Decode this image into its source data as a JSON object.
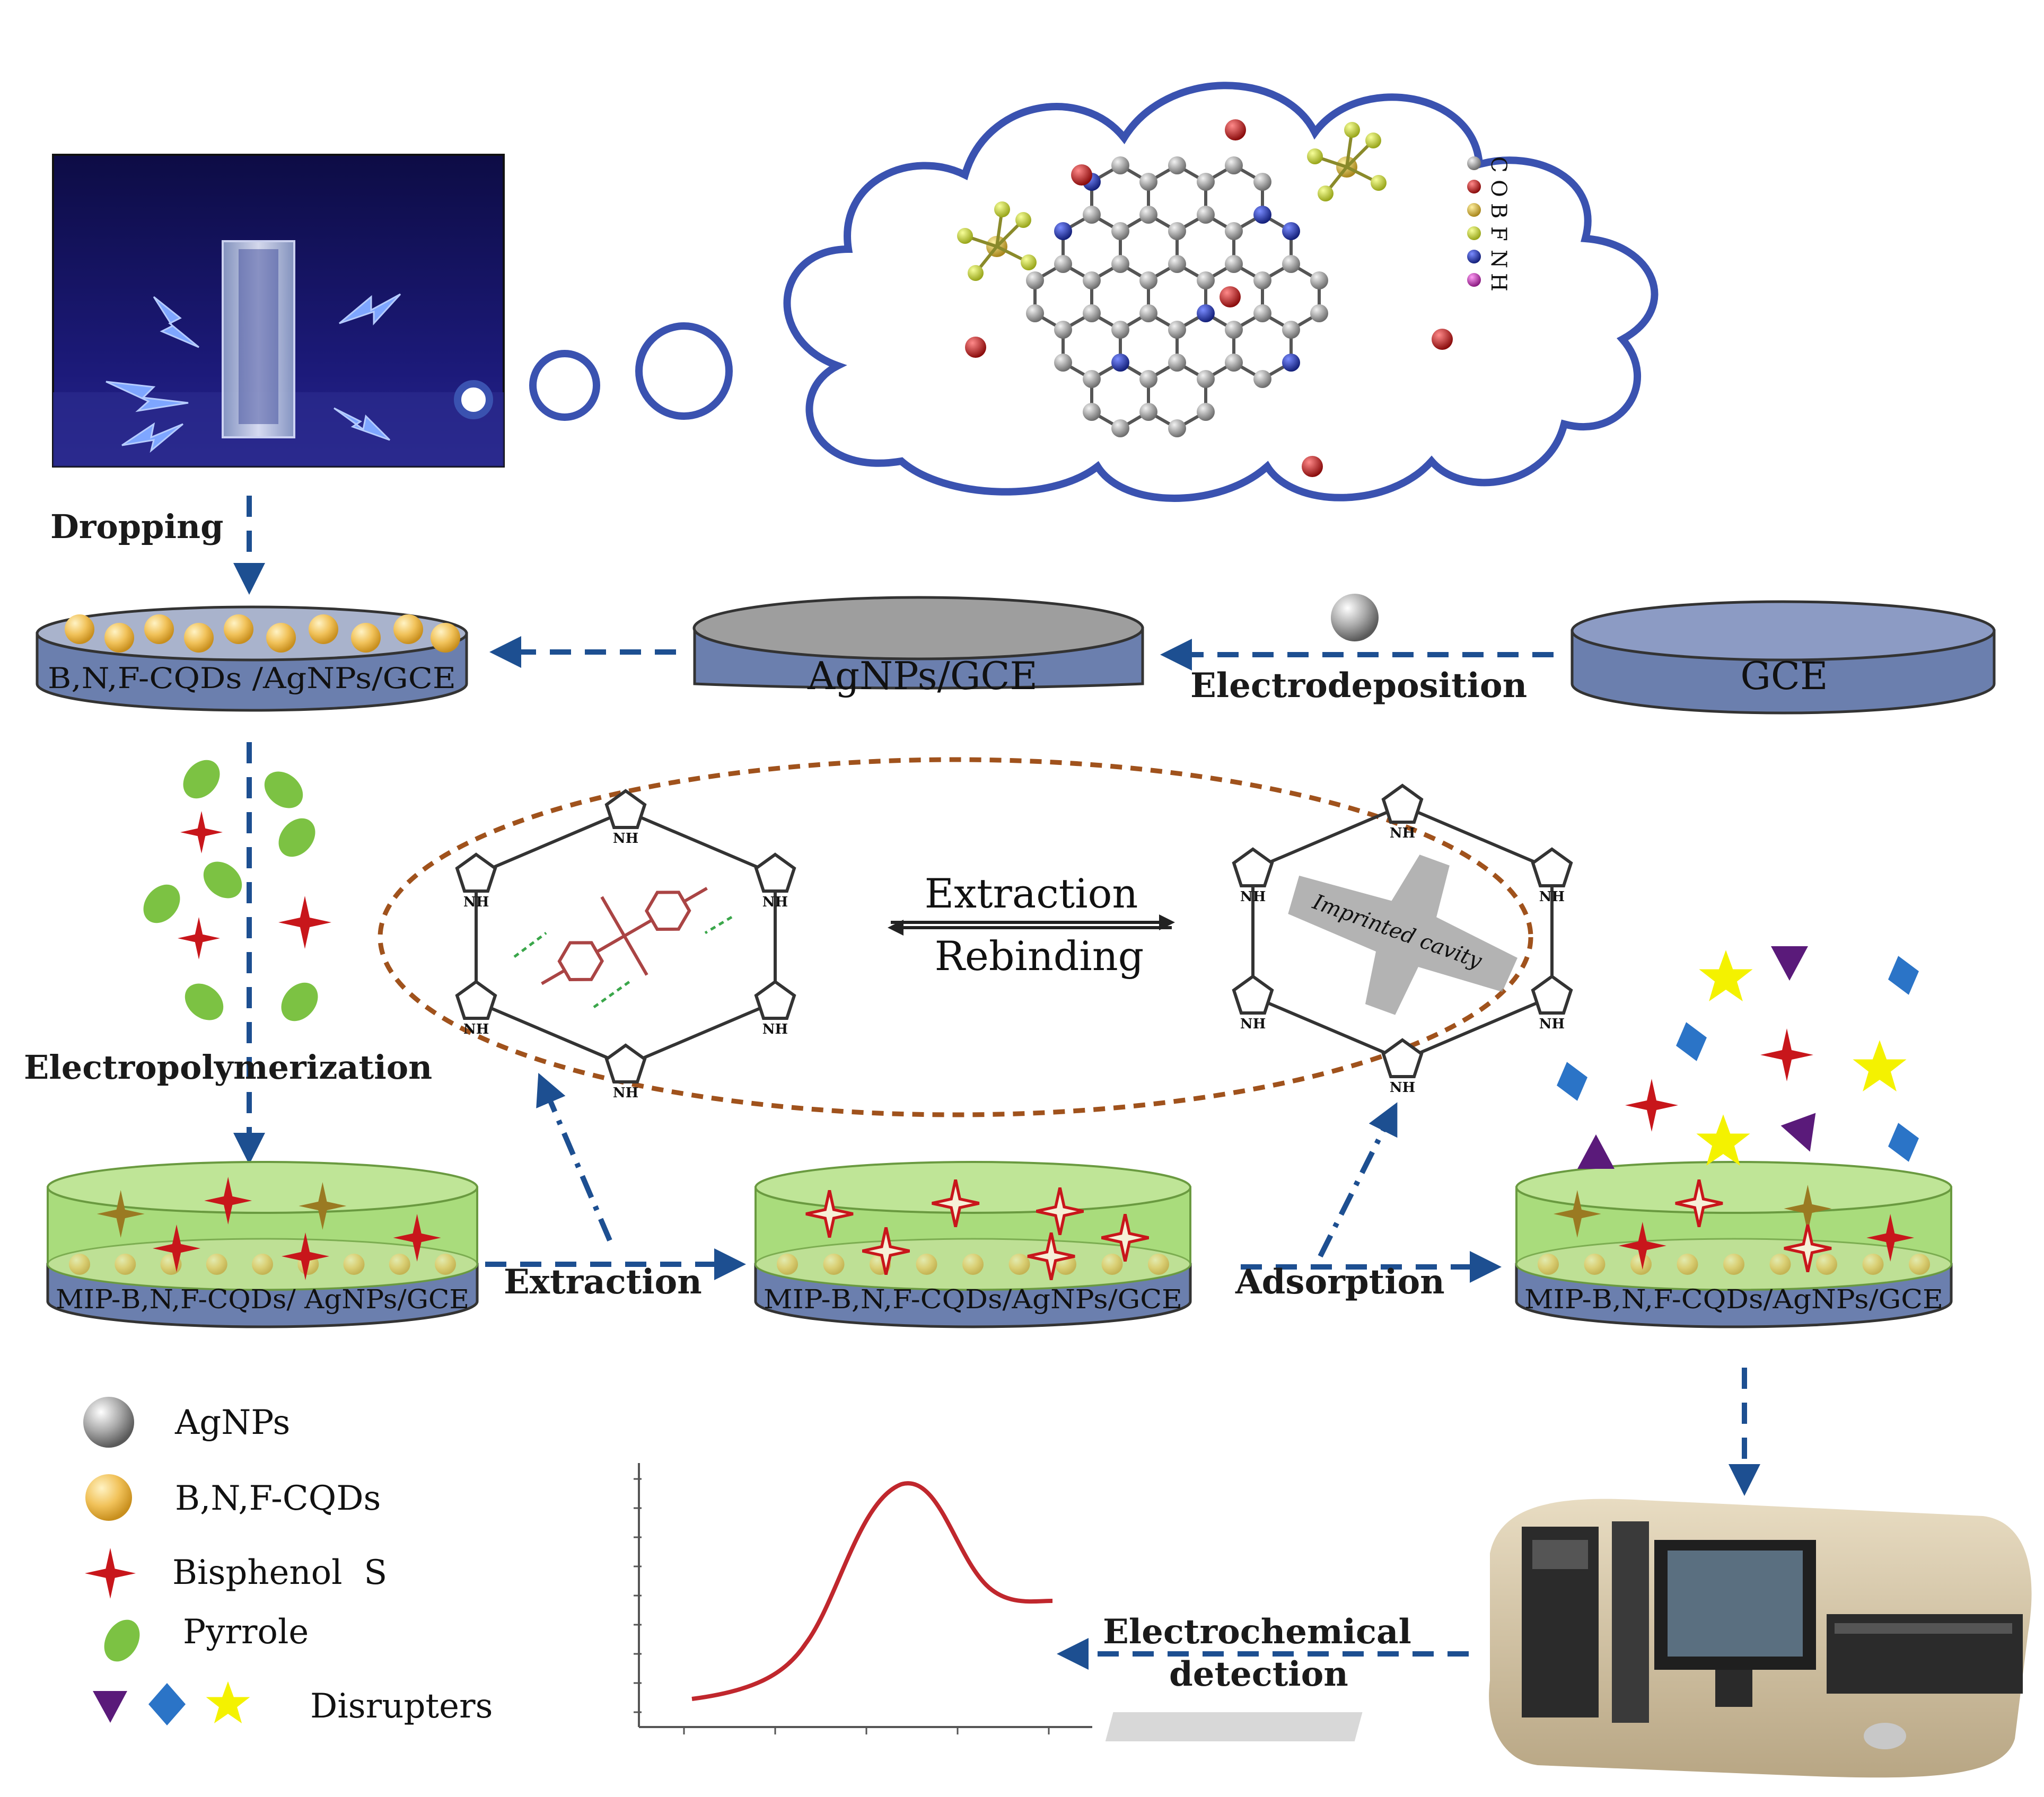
{
  "labels": {
    "dropping": "Dropping",
    "electrodeposition": "Electrodeposition",
    "electropolymerization": "Electropolymerization",
    "extraction_bottom": "Extraction",
    "adsorption": "Adsorption",
    "extraction_top": "Extraction",
    "rebinding": "Rebinding",
    "imprinted_cavity": "Imprinted cavity",
    "electrochemical": "Electrochemical",
    "detection": "detection"
  },
  "electrodes": {
    "bnf": "B,N,F-CQDs /AgNPs/GCE",
    "agnps": "AgNPs/GCE",
    "gce": "GCE",
    "mip1": "MIP-B,N,F-CQDs/ AgNPs/GCE",
    "mip2": "MIP-B,N,F-CQDs/AgNPs/GCE",
    "mip3": "MIP-B,N,F-CQDs/AgNPs/GCE"
  },
  "element_legend": [
    "C",
    "O",
    "B",
    "F",
    "N",
    "H"
  ],
  "legend": [
    {
      "symbol": "sphere-gray",
      "label": "AgNPs"
    },
    {
      "symbol": "sphere-gold",
      "label": "B,N,F-CQDs"
    },
    {
      "symbol": "red-star",
      "label": "Bisphenol  S"
    },
    {
      "symbol": "green-leaf",
      "label": "Pyrrole"
    },
    {
      "symbol": "disrupters",
      "label": "Disrupters"
    }
  ],
  "nh": "NH",
  "colors": {
    "electrode": "#6b7fae",
    "electrode_top": "#a9b3cc",
    "arrow": "#1d4f91",
    "mip_green": "#a9dc7c",
    "bps_red": "#c8161b",
    "pyrrole_green": "#7cc243",
    "curve": "#c0272d",
    "ellipse": "#a0521c"
  }
}
